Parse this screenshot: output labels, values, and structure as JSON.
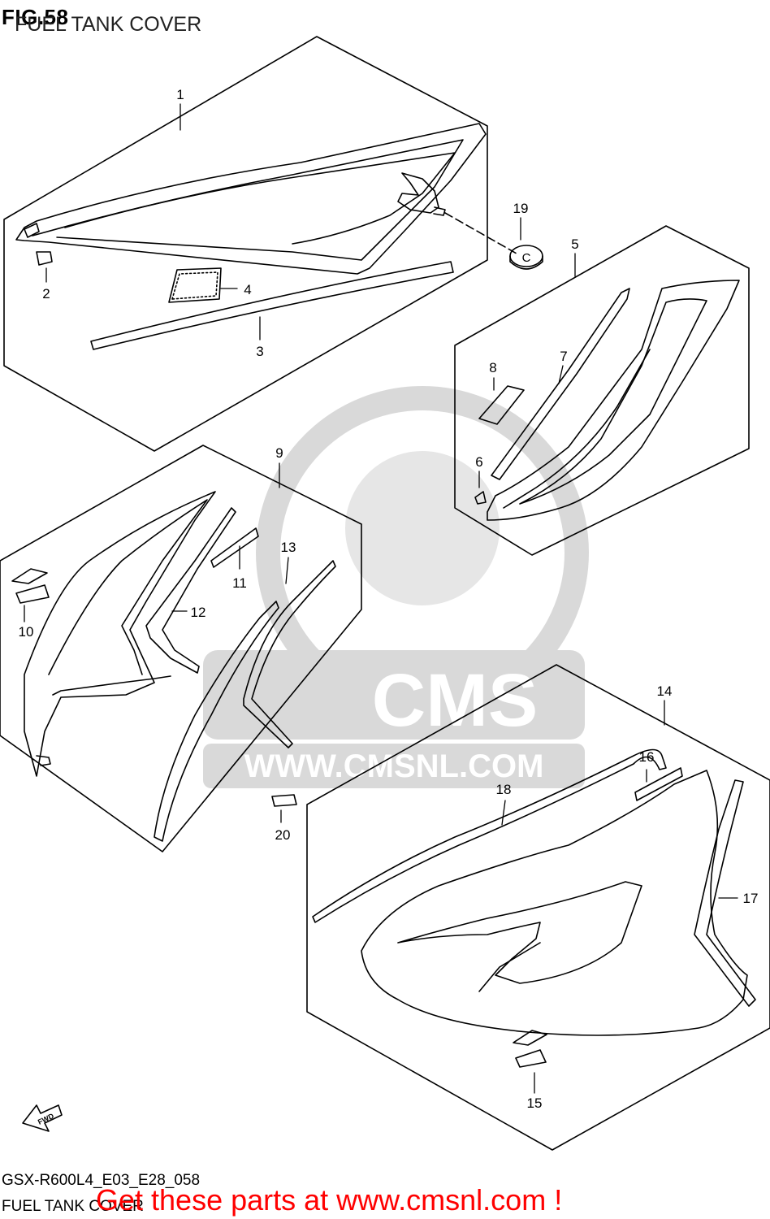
{
  "figure": {
    "number": "FIG.58",
    "title": "FUEL TANK COVER",
    "code": "GSX-R600L4_E03_E28_058",
    "footer_title": "FUEL TANK COVER"
  },
  "callouts": {
    "c1": "1",
    "c2": "2",
    "c3": "3",
    "c4": "4",
    "c5": "5",
    "c6": "6",
    "c7": "7",
    "c8": "8",
    "c9": "9",
    "c10": "10",
    "c11": "11",
    "c12": "12",
    "c13": "13",
    "c14": "14",
    "c15": "15",
    "c16": "16",
    "c17": "17",
    "c18": "18",
    "c19": "19",
    "c20": "20"
  },
  "part19_letter": "C",
  "fwd_label": "FWD",
  "watermark": {
    "brand": "CMS",
    "url": "WWW.CMSNL.COM"
  },
  "promo": "Get these parts at www.cmsnl.com !",
  "colors": {
    "line": "#000000",
    "watermark": "#d9d9d9",
    "promo": "#ff0000"
  }
}
